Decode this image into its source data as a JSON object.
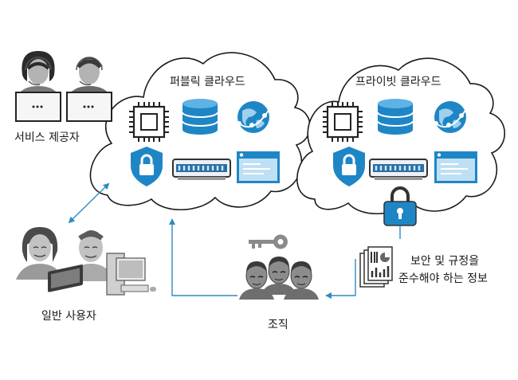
{
  "clouds": {
    "public": {
      "label": "퍼블릭 클라우드"
    },
    "private": {
      "label": "프라이빗 클라우드"
    }
  },
  "actors": {
    "service_provider": {
      "label": "서비스 제공자"
    },
    "general_users": {
      "label": "일반 사용자"
    },
    "organization": {
      "label": "조직"
    }
  },
  "compliance": {
    "line1": "보안 및 규정을",
    "line2": "준수해야 하는 정보"
  },
  "colors": {
    "accent_blue": "#1f86c6",
    "cloud_stroke": "#1a1a1a",
    "arrow_blue": "#2f8ac4",
    "gray": "#9a9a9a"
  }
}
